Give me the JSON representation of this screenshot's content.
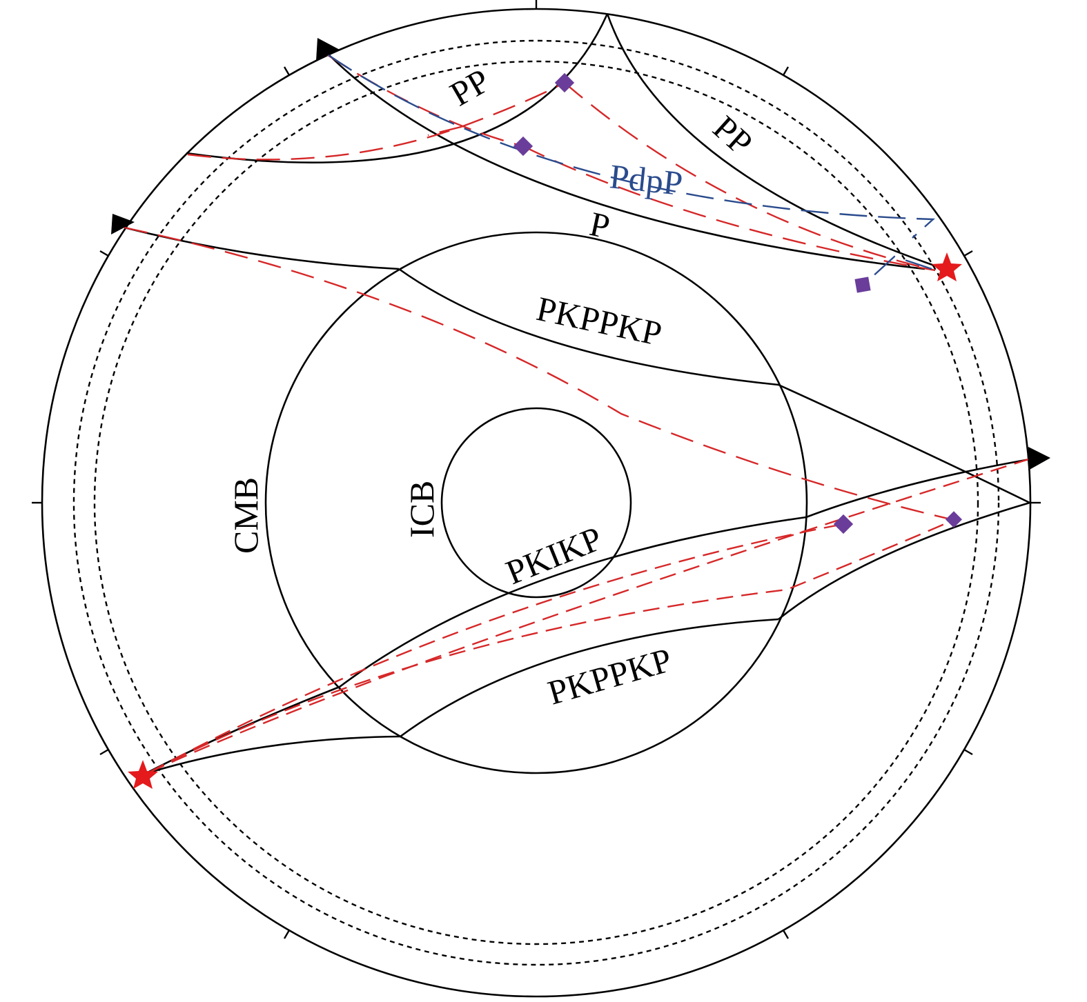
{
  "labels": {
    "pp_left": "PP",
    "pp_right": "PP",
    "pdpp": "PdpP",
    "p": "P",
    "pkppkp_upper": "PKPPKP",
    "pkppkp_lower": "PKPPKP",
    "pkikp": "PKIKP",
    "cmb": "CMB",
    "icb": "ICB"
  },
  "colors": {
    "ray": "#000000",
    "pdpp_ray": "#2a4b8d",
    "pdpp_label": "#2a4b8d",
    "source_star": "#e41a1c",
    "perturbed_ray": "#d62728",
    "scatter_point": "#6a3d9a"
  },
  "icons": {
    "source": "red-star-icon",
    "receiver": "black-triangle-icon",
    "scatterer": "purple-diamond-icon"
  }
}
